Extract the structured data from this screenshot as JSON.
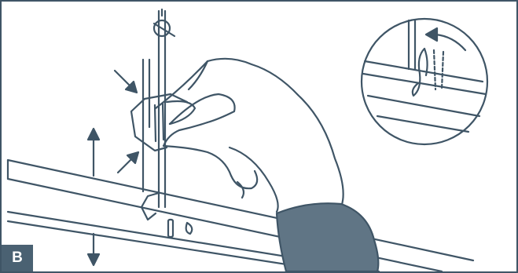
{
  "step": {
    "label": "B"
  },
  "colors": {
    "line": "#3f5566",
    "sleeve": "#607585",
    "badge": "#4a6172",
    "background": "#ffffff"
  },
  "illustration": {
    "elements": [
      "ceiling-grid-rail",
      "hanger-wire",
      "hook-clip",
      "hand",
      "inset-detail-circle"
    ],
    "arrows": [
      "press-arrow-top",
      "press-arrow-bottom",
      "up-arrow",
      "down-arrow",
      "rotate-arrow"
    ]
  }
}
